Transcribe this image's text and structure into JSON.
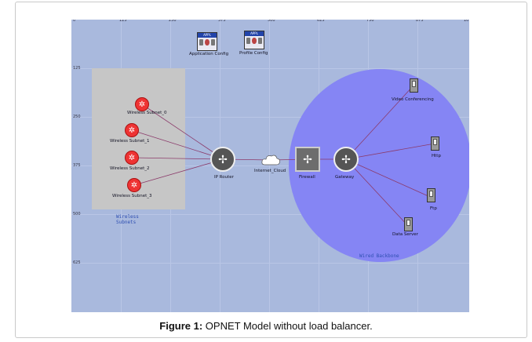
{
  "rulers": {
    "x": [
      "0",
      "125",
      "250",
      "375",
      "500",
      "625",
      "750",
      "875",
      "10"
    ],
    "y": [
      "125",
      "250",
      "375",
      "500",
      "625"
    ]
  },
  "nodes": {
    "app_config": "Application Config",
    "profile_config": "Profile Config",
    "subnet_0": "Wireless Subnet_0",
    "subnet_1": "Wireless Subnet_1",
    "subnet_2": "Wireless Subnet_2",
    "subnet_3": "Wireless Subnet_3",
    "ip_router": "IP Router",
    "internet_cloud": "Internet_Cloud",
    "firewall": "Firewall",
    "gateway": "Gateway",
    "video_server": "Video Conferencing",
    "http_server": "Http",
    "ftp_server": "Ftp",
    "database_server": "Data Server"
  },
  "config_badge": "APPL",
  "zones": {
    "wireless_line1": "Wireless",
    "wireless_line2": "Subnets",
    "wired": "Wired Backbone"
  },
  "caption": {
    "label": "Figure 1:",
    "text": " OPNET Model without load balancer."
  },
  "colors": {
    "workspace": "#a9b9dd",
    "backbone": "#8585f4",
    "subnet_box": "#c6c6c6",
    "wireless_node": "#e33333",
    "link": "#8b3a6a"
  },
  "icons": [
    "wireless-node-icon",
    "router-icon",
    "cloud-icon",
    "firewall-icon",
    "server-icon",
    "config-icon"
  ]
}
